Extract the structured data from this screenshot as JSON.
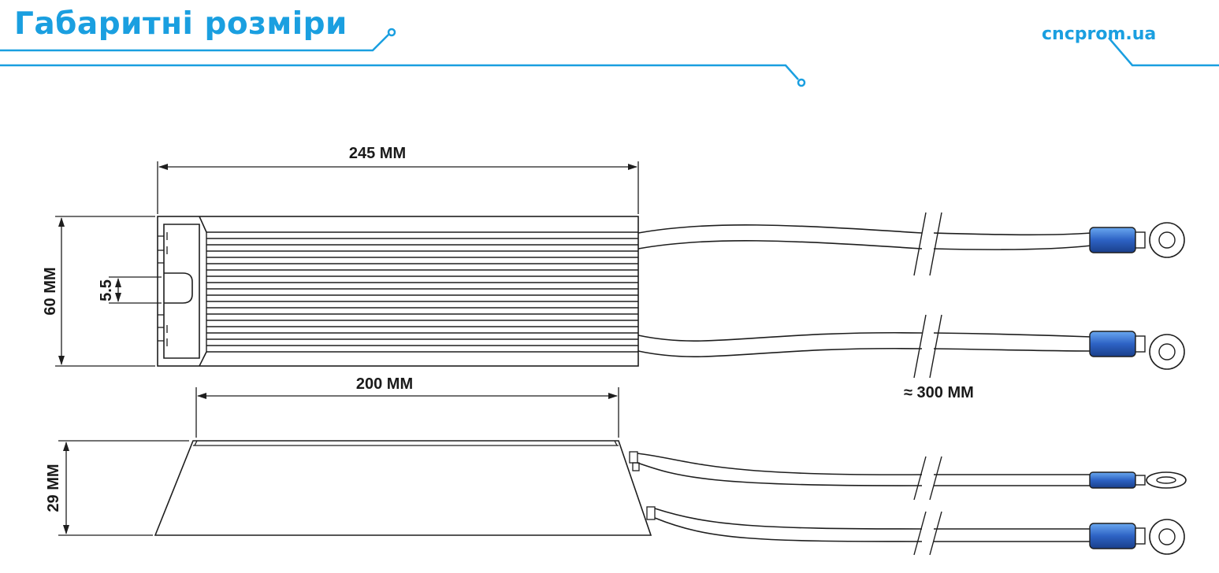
{
  "header": {
    "title": "Габаритні розміри",
    "brand": "cncprom.ua"
  },
  "colors": {
    "accent": "#1a9fe0",
    "line": "#1e1e1e",
    "terminal": "#2d62c4"
  },
  "dimensions": {
    "length_top": "245 MM",
    "height_front": "60 MM",
    "slot": "5.5",
    "base_length": "200 MM",
    "cable_length": "≈ 300 MM",
    "height_side": "29 MM"
  }
}
